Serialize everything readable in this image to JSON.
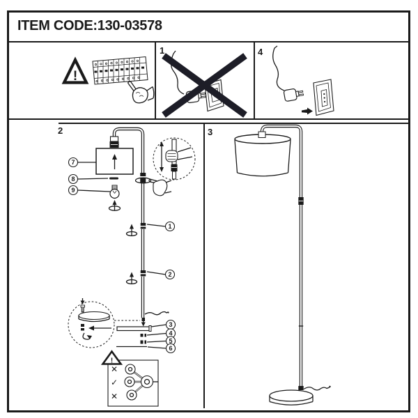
{
  "header": {
    "item_code": "ITEM CODE:130-03578"
  },
  "panels": {
    "safety": {
      "icons": [
        "warning-triangle",
        "circuit-breaker-panel",
        "hand-pressing-breaker"
      ]
    },
    "step1": {
      "number": "1",
      "icons": [
        "prohibition-cross",
        "power-plug",
        "wall-outlet"
      ]
    },
    "step4": {
      "number": "4",
      "icons": [
        "power-plug",
        "wall-outlet",
        "insert-arrow"
      ]
    },
    "step2": {
      "number": "2",
      "icons": [
        "lamp-assembly-exploded",
        "height-adjust-detail",
        "base-mount-detail"
      ]
    },
    "step3": {
      "number": "3",
      "icons": [
        "assembled-floor-lamp"
      ]
    }
  },
  "parts": {
    "labels": [
      "1",
      "2",
      "3",
      "4",
      "5",
      "6",
      "7",
      "8",
      "9"
    ]
  },
  "assembly": {
    "cord_routing_marks": [
      "✕",
      "✓",
      "✕"
    ],
    "warning_mark": "!"
  },
  "colors": {
    "ink": "#1a1a1a",
    "cross": "#1d1d27",
    "paper": "#ffffff"
  }
}
